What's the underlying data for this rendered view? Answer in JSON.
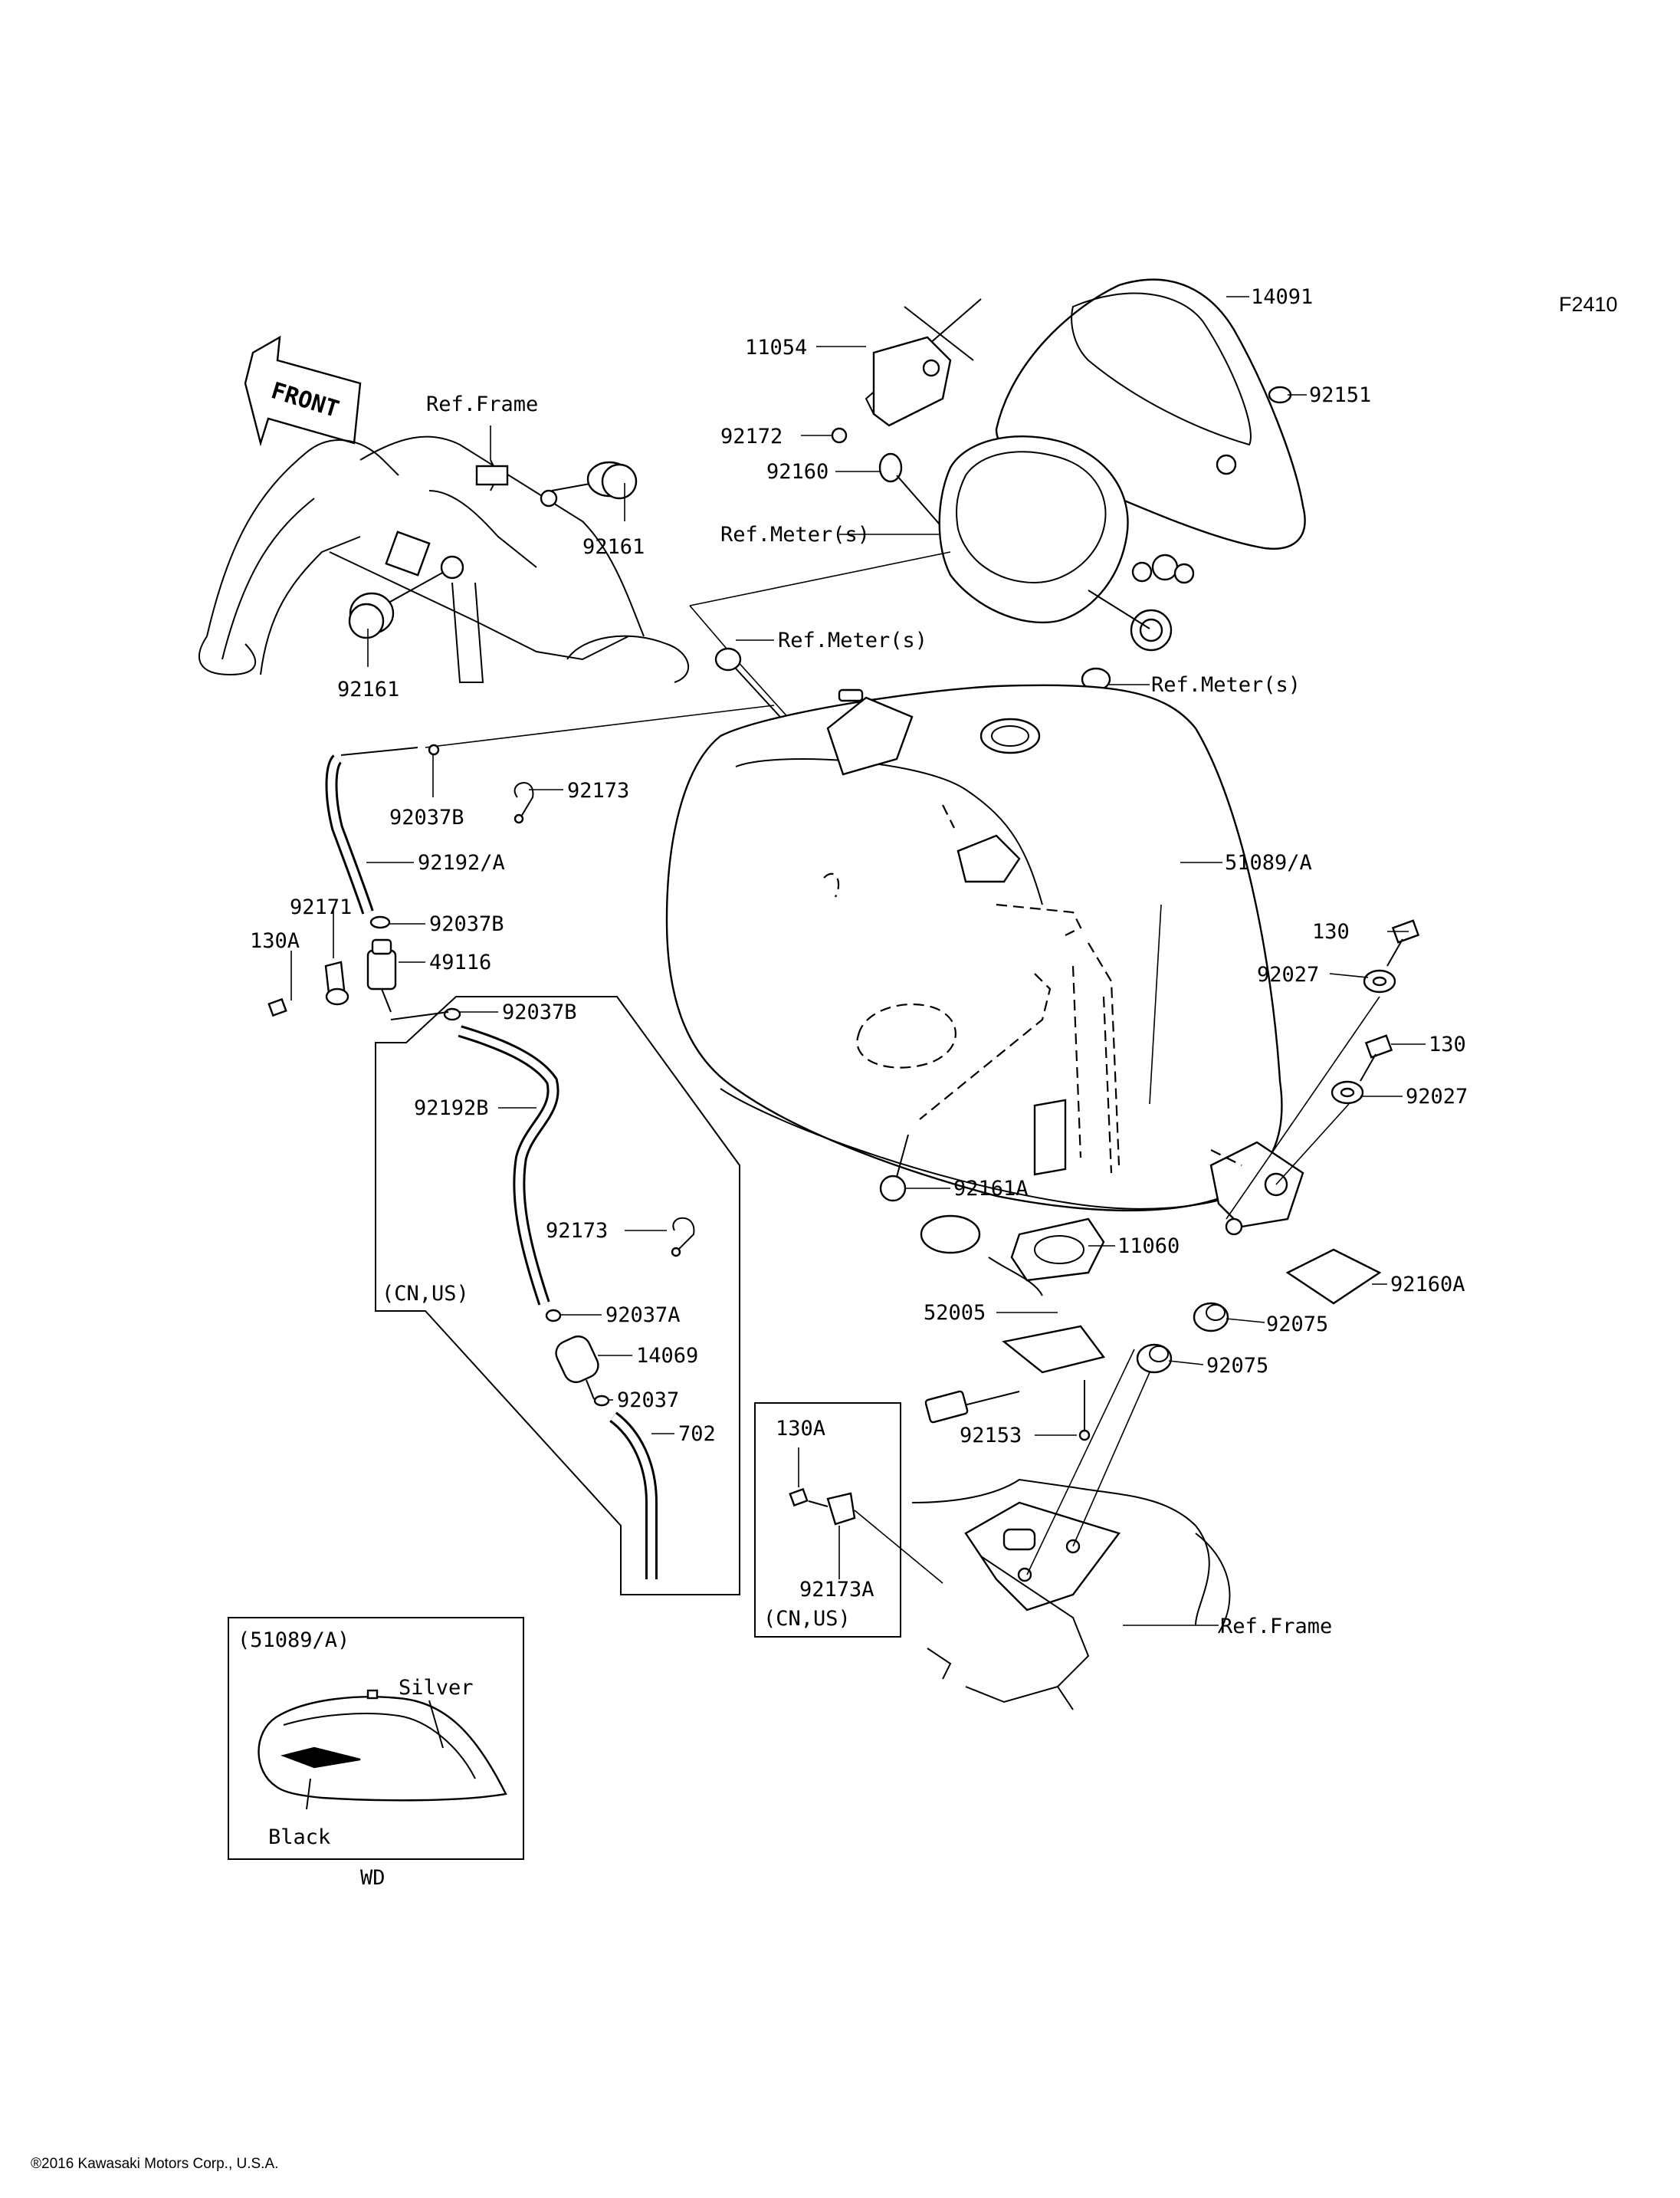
{
  "figure_code": "F2410",
  "copyright": "®2016 Kawasaki Motors Corp., U.S.A.",
  "front_arrow": "FRONT",
  "inset_variant": {
    "title": "(51089/A)",
    "color_top": "Silver",
    "color_bottom": "Black",
    "caption": "WD"
  },
  "region_note_hose": "(CN,US)",
  "region_note_clamp": "(CN,US)",
  "labels": [
    {
      "id": "p14091",
      "text": "14091"
    },
    {
      "id": "p92151",
      "text": "92151"
    },
    {
      "id": "p11054",
      "text": "11054"
    },
    {
      "id": "p92172",
      "text": "92172"
    },
    {
      "id": "p92160",
      "text": "92160"
    },
    {
      "id": "refmeter1",
      "text": "Ref.Meter(s)"
    },
    {
      "id": "refmeter2",
      "text": "Ref.Meter(s)"
    },
    {
      "id": "refmeter3",
      "text": "Ref.Meter(s)"
    },
    {
      "id": "refframe1",
      "text": "Ref.Frame"
    },
    {
      "id": "refframe2",
      "text": "Ref.Frame"
    },
    {
      "id": "p92161a",
      "text": "92161"
    },
    {
      "id": "p92161b",
      "text": "92161"
    },
    {
      "id": "p92037B_1",
      "text": "92037B"
    },
    {
      "id": "p92173_1",
      "text": "92173"
    },
    {
      "id": "p92192A",
      "text": "92192/A"
    },
    {
      "id": "p92171",
      "text": "92171"
    },
    {
      "id": "p130A_1",
      "text": "130A"
    },
    {
      "id": "p92037B_2",
      "text": "92037B"
    },
    {
      "id": "p49116",
      "text": "49116"
    },
    {
      "id": "p92037B_3",
      "text": "92037B"
    },
    {
      "id": "p92192B",
      "text": "92192B"
    },
    {
      "id": "p92173_2",
      "text": "92173"
    },
    {
      "id": "p92037A",
      "text": "92037A"
    },
    {
      "id": "p14069",
      "text": "14069"
    },
    {
      "id": "p92037",
      "text": "92037"
    },
    {
      "id": "p702",
      "text": "702"
    },
    {
      "id": "p51089A",
      "text": "51089/A"
    },
    {
      "id": "p130_1",
      "text": "130"
    },
    {
      "id": "p92027_1",
      "text": "92027"
    },
    {
      "id": "p130_2",
      "text": "130"
    },
    {
      "id": "p92027_2",
      "text": "92027"
    },
    {
      "id": "p92161A",
      "text": "92161A"
    },
    {
      "id": "p11060",
      "text": "11060"
    },
    {
      "id": "p92160A",
      "text": "92160A"
    },
    {
      "id": "p52005",
      "text": "52005"
    },
    {
      "id": "p92075_1",
      "text": "92075"
    },
    {
      "id": "p92075_2",
      "text": "92075"
    },
    {
      "id": "p92153",
      "text": "92153"
    },
    {
      "id": "p130A_2",
      "text": "130A"
    },
    {
      "id": "p92173A",
      "text": "92173A"
    }
  ]
}
